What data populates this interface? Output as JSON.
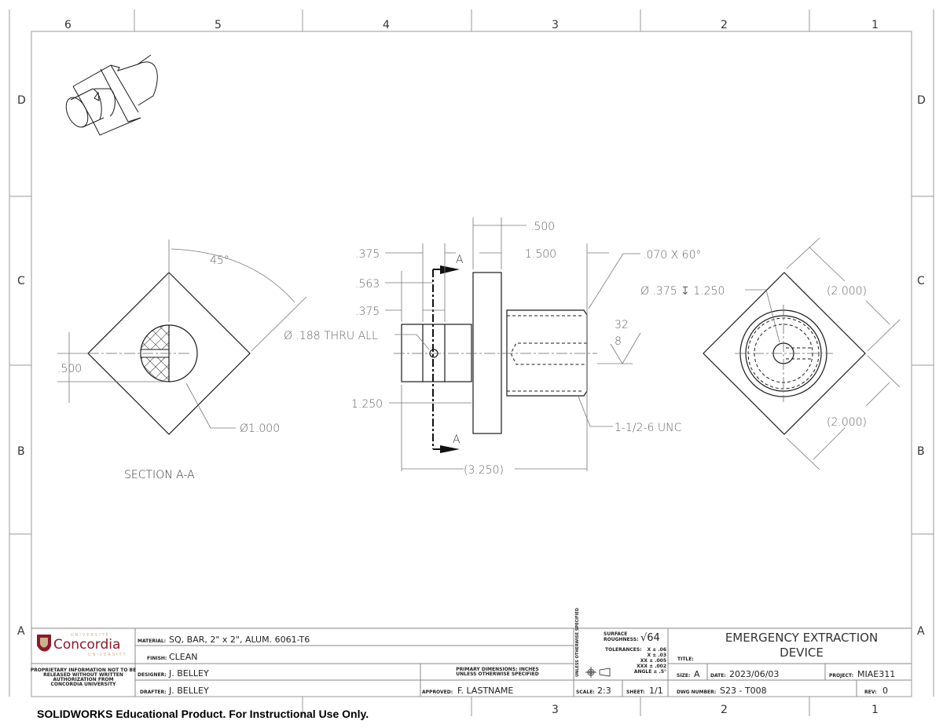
{
  "zones": {
    "columns": [
      "6",
      "5",
      "4",
      "3",
      "2",
      "1"
    ],
    "rows": [
      "D",
      "C",
      "B",
      "A"
    ],
    "bottom_columns": [
      "3",
      "2",
      "1"
    ]
  },
  "views": {
    "section_label": "SECTION A-A",
    "section_angle": "45°",
    "section_width": ".500",
    "section_diameter": "Ø1.000",
    "front_dims": {
      "flange_thickness": ".500",
      "d_375_top": ".375",
      "thread_length": "1.500",
      "d_563": ".563",
      "d_375": ".375",
      "hole": "Ø .188 THRU ALL",
      "shaft_length": "1.250",
      "overall": "(3.250)",
      "chamfer": ".070 X 60°",
      "thread": "1-1/2-6 UNC",
      "finish_top": "32",
      "finish_bottom": "8",
      "section_marker": "A"
    },
    "end_dims": {
      "bore": "Ø .375 ↧ 1.250",
      "width_1": "(2.000)",
      "width_2": "(2.000)"
    }
  },
  "title_block": {
    "logo_top": "UNIVERSITÉ",
    "logo_name": "Concordia",
    "logo_bottom": "UNIVERSITY",
    "proprietary": [
      "PROPRIETARY INFORMATION NOT TO BE",
      "RELEASED WITHOUT WRITTEN",
      "AUTHORIZATION FROM",
      "CONCORDIA UNIVERSITY"
    ],
    "material_label": "MATERIAL:",
    "material": "SQ, BAR, 2\" x 2\", ALUM. 6061-T6",
    "finish_label": "FINISH:",
    "finish": "CLEAN",
    "designer_label": "DESIGNER:",
    "designer": "J. BELLEY",
    "drafter_label": "DRAFTER:",
    "drafter": "J. BELLEY",
    "primary_dims": [
      "PRIMARY DIMENSIONS: INCHES",
      "UNLESS OTHERWISE SPECIFIED"
    ],
    "approved_label": "APPROVED:",
    "approved": "F. LASTNAME",
    "unless_specified": "UNLESS OTHERWISE SPECIFIED",
    "surface_label": [
      "SURFACE",
      "ROUGHNESS:"
    ],
    "surface_value": "√64",
    "tolerances_label": "TOLERANCES:",
    "tolerances": [
      "X ± .06",
      "X ± .03",
      "XX ± .005",
      "XXX ± .002",
      "ANGLE ± .5°"
    ],
    "scale_label": "SCALE:",
    "scale": "2:3",
    "sheet_label": "SHEET:",
    "sheet": "1/1",
    "title_label": "TITLE:",
    "title": [
      "EMERGENCY EXTRACTION",
      "DEVICE"
    ],
    "size_label": "SIZE:",
    "size": "A",
    "date_label": "DATE:",
    "date": "2023/06/03",
    "project_label": "PROJECT:",
    "project": "MIAE311",
    "dwg_label": "DWG NUMBER:",
    "dwg": "S23 - T008",
    "rev_label": "REV:",
    "rev": "0"
  },
  "watermark": "SOLIDWORKS Educational Product. For Instructional Use Only.",
  "colors": {
    "logo_red": "#8b1a2b",
    "logo_gold": "#c8b48a"
  }
}
